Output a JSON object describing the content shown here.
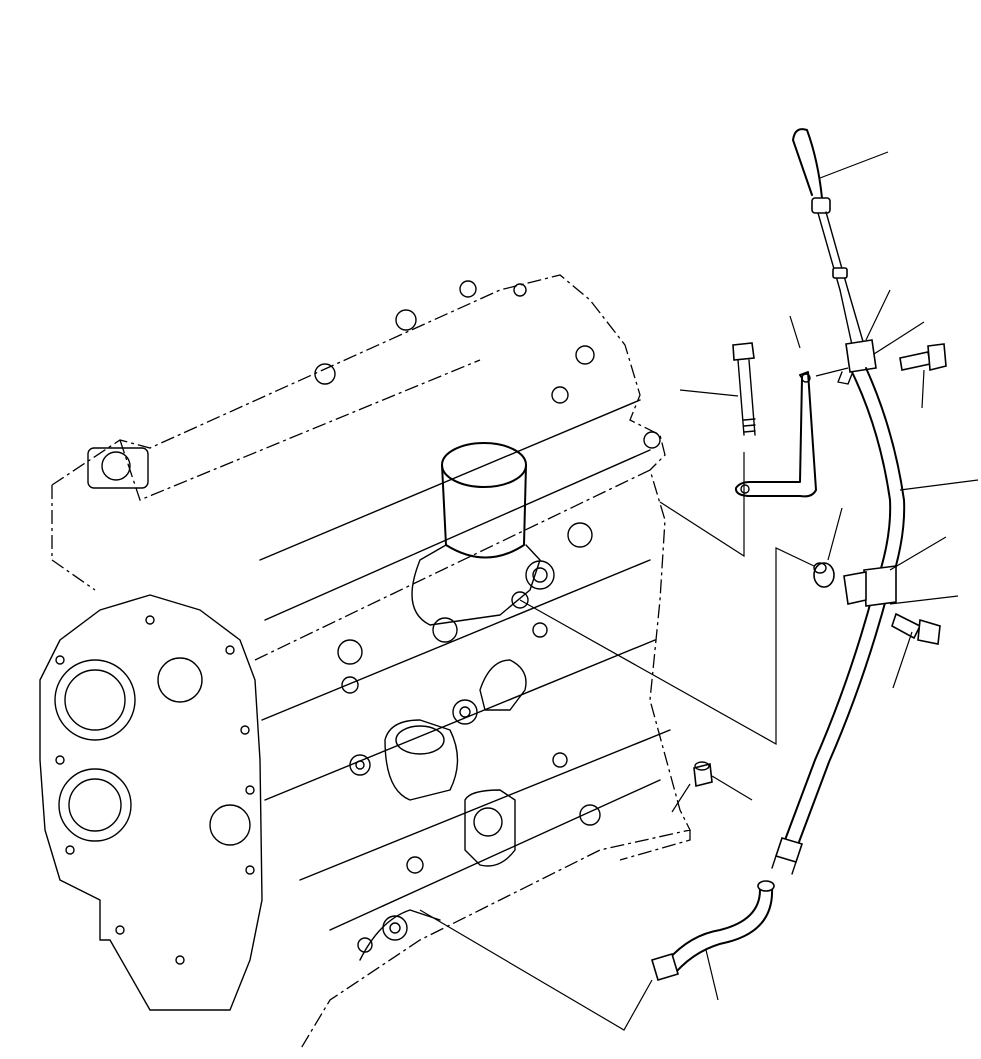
{
  "diagram": {
    "parts": [
      {
        "name": "dipstick"
      },
      {
        "name": "dipstick-guide-tube"
      },
      {
        "name": "tube-clamp-upper"
      },
      {
        "name": "tube-clamp-lower"
      },
      {
        "name": "clamp-bolt-upper"
      },
      {
        "name": "clamp-bolt-lower"
      },
      {
        "name": "long-flange-bolt"
      },
      {
        "name": "support-bracket"
      },
      {
        "name": "spacer-collar"
      },
      {
        "name": "elbow-connector"
      },
      {
        "name": "lower-tube"
      }
    ],
    "colors": {
      "line": "#000000",
      "background": "#ffffff"
    }
  }
}
